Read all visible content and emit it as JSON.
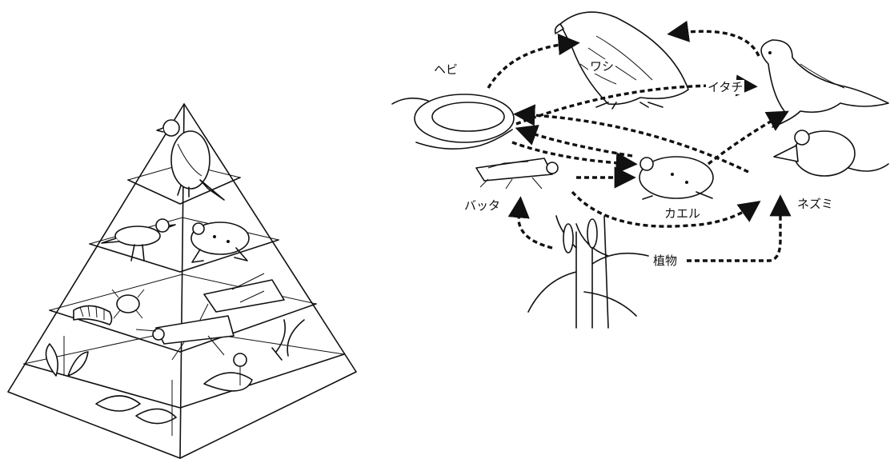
{
  "labels": {
    "snake": "ヘビ",
    "eagle": "ワシ",
    "weasel": "イタチ",
    "grasshopper": "バッタ",
    "frog": "カエル",
    "mouse": "ネズミ",
    "plant": "植物"
  }
}
